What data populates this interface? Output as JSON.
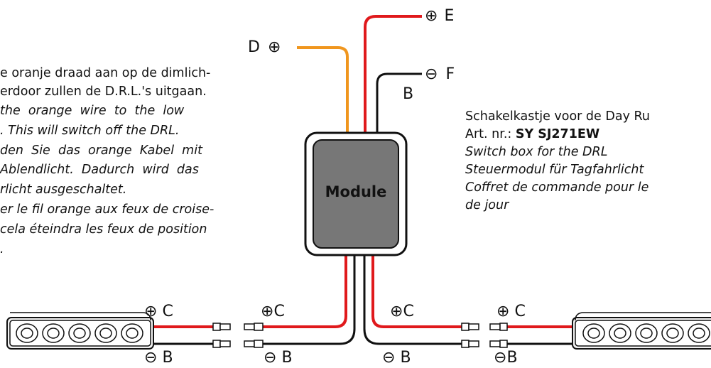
{
  "left_note": [
    {
      "text": "e oranje draad aan op de dimlich-",
      "italic": false
    },
    {
      "text": "erdoor zullen de D.R.L.'s uitgaan.",
      "italic": false
    },
    {
      "text": "the  orange  wire  to  the  low",
      "italic": true
    },
    {
      "text": ". This will switch off the DRL.",
      "italic": true
    },
    {
      "text": "den  Sie  das  orange  Kabel  mit",
      "italic": true
    },
    {
      "text": "Ablendlicht.  Dadurch  wird  das",
      "italic": true
    },
    {
      "text": "rlicht ausgeschaltet.",
      "italic": true
    },
    {
      "text": "er le fil orange aux feux de croise-",
      "italic": true
    },
    {
      "text": "cela éteindra les feux de position",
      "italic": true
    },
    {
      "text": ".",
      "italic": true
    }
  ],
  "right_note": {
    "line1": "Schakelkastje voor de Day Ru",
    "art_prefix": "Art. nr.: ",
    "art_number": "SY SJ271EW",
    "line3": "Switch box for the DRL",
    "line4": "Steuermodul für Tagfahrlicht",
    "line5": "Coffret de commande pour le",
    "line6": "de jour"
  },
  "module_label": "Module",
  "labels": {
    "d_letter": "D",
    "e_letter": "E",
    "f_letter": "F",
    "b_letter": "B",
    "c_letter": "C",
    "plus_symbol": "⊕",
    "minus_symbol": "⊖"
  },
  "colors": {
    "red_wire": "#e0191c",
    "orange_wire": "#f0961e",
    "black_wire": "#111111",
    "module_fill": "#777777",
    "module_border": "#111111"
  },
  "icons": [
    "drl-light-bar-icon",
    "connector-plug-icon",
    "plus-symbol-icon",
    "minus-symbol-icon"
  ]
}
